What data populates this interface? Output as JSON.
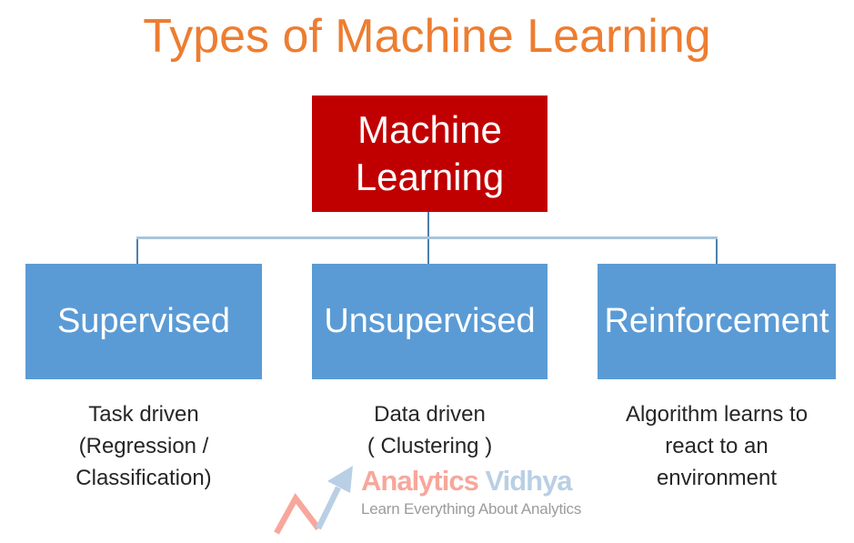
{
  "title": {
    "text": "Types of Machine Learning"
  },
  "colors": {
    "title_color": "#ED7D31",
    "root_bg": "#C00000",
    "node_bg": "#5B9BD5",
    "node_text": "#FFFFFF",
    "connector_v": "#4E7FAE",
    "connector_h": "#A9C4DC",
    "description_text": "#262626",
    "logo_salmon": "#F7A79B",
    "logo_blue": "#B9CFE4",
    "logo_tagline": "#9C9C9C"
  },
  "root": {
    "label": "Machine Learning"
  },
  "branches": [
    {
      "label": "Supervised",
      "desc_lines": [
        "Task driven",
        "(Regression /",
        "Classification)"
      ]
    },
    {
      "label": "Unsupervised",
      "desc_lines": [
        "Data driven",
        "( Clustering )"
      ]
    },
    {
      "label": "Reinforcement",
      "desc_lines": [
        "Algorithm learns to",
        "react to an",
        "environment"
      ]
    }
  ],
  "logo": {
    "brand_first": "Analytics",
    "brand_second": "Vidhya",
    "tagline": "Learn Everything About Analytics",
    "icon": "trend-arrow-icon"
  }
}
